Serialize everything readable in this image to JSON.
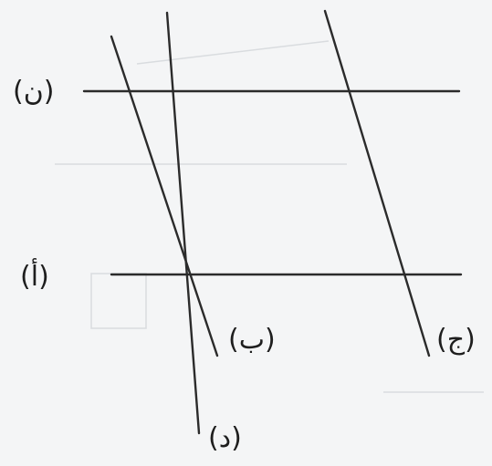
{
  "labels": {
    "line_n": "(ن)",
    "line_a": "(أ)",
    "line_b": "(ب)",
    "line_j": "(ج)",
    "line_d": "(د)"
  },
  "colors": {
    "ink": "#2b2b2b",
    "paper": "#f4f5f6"
  }
}
